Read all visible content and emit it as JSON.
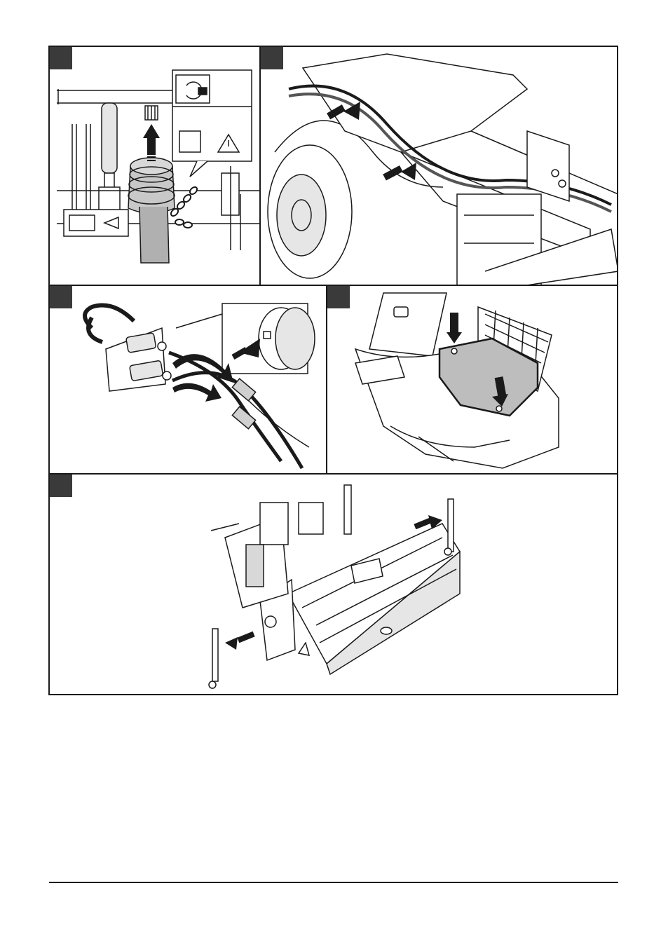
{
  "page": {
    "footer_text": "",
    "colors": {
      "ink": "#1a1a1a",
      "tag": "#3a3a3a",
      "fill_grey": "#bdbdbd",
      "light_grey": "#e6e6e6"
    }
  },
  "panels": [
    {
      "id": "panel-1",
      "tag_label": "",
      "icons": [
        "rotate-lock-icon",
        "chain-warning-icon",
        "tractor-direction-icon"
      ]
    },
    {
      "id": "panel-2",
      "tag_label": ""
    },
    {
      "id": "panel-3",
      "tag_label": ""
    },
    {
      "id": "panel-4",
      "tag_label": ""
    },
    {
      "id": "panel-5",
      "tag_label": ""
    }
  ]
}
